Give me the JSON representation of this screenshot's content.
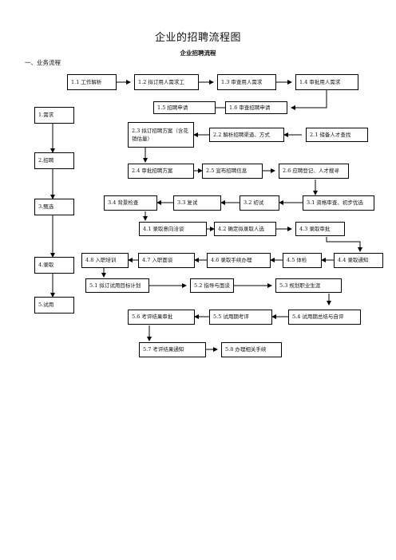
{
  "header": {
    "title": "企业的招聘流程图",
    "subtitle": "企业招聘流程",
    "section": "一、业务流程"
  },
  "stages": {
    "s1": "1.需求",
    "s2": "2.招聘",
    "s3": "3.甄选",
    "s4": "4.录取",
    "s5": "5.试用"
  },
  "steps": {
    "b1_1": "1.1 工作解析",
    "b1_2": "1.2 拟订用人需求工",
    "b1_3": "1.3 审查用人需求",
    "b1_4": "1.4 审批用人需求",
    "b1_5": "1.5 招聘申请",
    "b1_6": "1.6 审查招聘申请",
    "b2_3": "2.3 拟订招聘方案（含花销估量）",
    "b2_2": "2.2 解析招聘渠道、方式",
    "b2_1": "2.1 储备人才查找",
    "b2_4": "2.4 审批招聘方案",
    "b2_5": "2.5 宣布招聘信息",
    "b2_6": "2.6 应聘登记、人才搜寻",
    "b3_4": "3.4 背景检查",
    "b3_3": "3.3 复试",
    "b3_2": "3.2 初试",
    "b3_1": "3.1 资格审查、初步优选",
    "b4_1": "4.1 录取意向洽谈",
    "b4_2": "4.2 确定拟录取人选",
    "b4_3": "4.3 录取审批",
    "b4_8": "4.8 入职培训",
    "b4_7": "4.7 入职面谈",
    "b4_6": "4.6 录取手续办理",
    "b4_5": "4.5 体检",
    "b4_4": "4.4 录取通知",
    "b5_1": "5.1 拟订试用目标计划",
    "b5_2": "5.2 指导与面谈",
    "b5_3": "5.3 规划职业生涯",
    "b5_6": "5.6 考评结果审批",
    "b5_5": "5.5 试用期考评",
    "b5_4": "5.4 试用期总结与自评",
    "b5_7": "5.7 考评结果通知",
    "b5_8": "5.8 办理相关手续"
  }
}
